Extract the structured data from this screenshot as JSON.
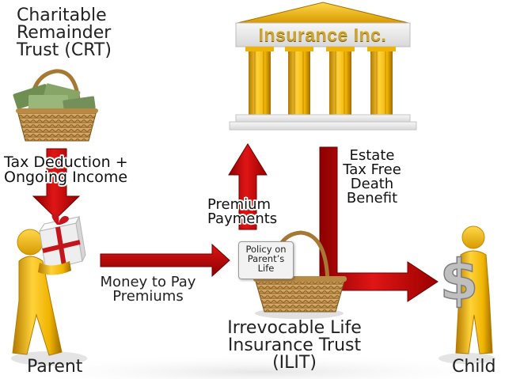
{
  "crt": {
    "title_lines": [
      "Charitable",
      "Remainder",
      "Trust (CRT)"
    ]
  },
  "tax": {
    "lines": [
      "Tax Deduction +",
      "Ongoing Income"
    ]
  },
  "insurer": {
    "logo_text": "Insurance Inc."
  },
  "premium": {
    "lines": [
      "Premium",
      "Payments"
    ]
  },
  "estate": {
    "lines": [
      "Estate",
      "Tax Free",
      "Death",
      "Benefit"
    ]
  },
  "policy": {
    "lines": [
      "Policy on",
      "Parent’s",
      "Life"
    ]
  },
  "money": {
    "lines": [
      "Money to Pay",
      "Premiums"
    ]
  },
  "ilit": {
    "lines": [
      "Irrevocable Life",
      "Insurance Trust",
      "(ILIT)"
    ]
  },
  "people": {
    "parent": "Parent",
    "child": "Child"
  },
  "colors": {
    "arrow_red": "#d10a0a",
    "arrow_dark": "#8b0000",
    "gold": "#f0b400",
    "gold_dark": "#b37a00",
    "basket": "#c99a55",
    "cash_green": "#6f8f52",
    "gift_box": "#e8e8e8",
    "gift_ribbon": "#c4141c"
  },
  "icons": [
    "money-basket-icon",
    "building-icon",
    "person-gift-icon",
    "basket-icon",
    "person-dollar-icon"
  ]
}
